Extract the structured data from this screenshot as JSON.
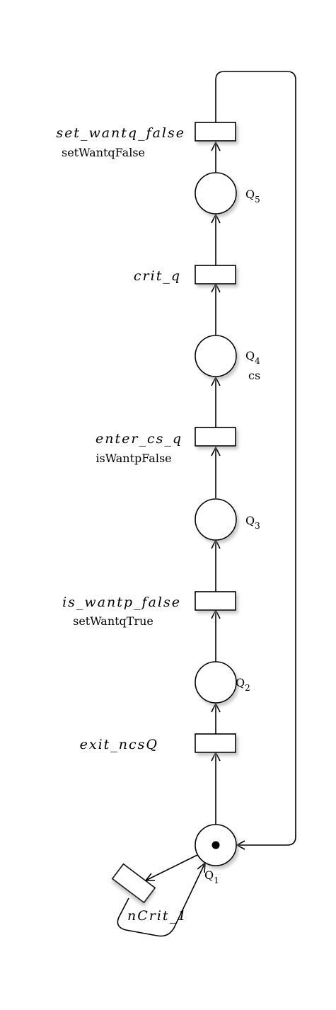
{
  "transitions": {
    "set_wantq_false": {
      "name": "set_wantq_false",
      "label": "setWantqFalse"
    },
    "crit_q": {
      "name": "crit_q"
    },
    "enter_cs_q": {
      "name": "enter_cs_q",
      "label": "isWantpFalse"
    },
    "is_wantp_false": {
      "name": "is_wantp_false",
      "label": "setWantqTrue"
    },
    "exit_ncsQ": {
      "name": "exit_ncsQ"
    },
    "nCrit_1": {
      "name": "nCrit_1"
    }
  },
  "places": {
    "Q5": {
      "letter": "Q",
      "index": "5",
      "tokens": 0
    },
    "Q4": {
      "letter": "Q",
      "index": "4",
      "label": "cs",
      "tokens": 0
    },
    "Q3": {
      "letter": "Q",
      "index": "3",
      "tokens": 0
    },
    "Q2": {
      "letter": "Q",
      "index": "2",
      "tokens": 0
    },
    "Q1": {
      "letter": "Q",
      "index": "1",
      "tokens": 1
    }
  },
  "colors": {
    "stroke": "#000000",
    "fill": "#ffffff",
    "shadow": "#bdbdbd"
  }
}
